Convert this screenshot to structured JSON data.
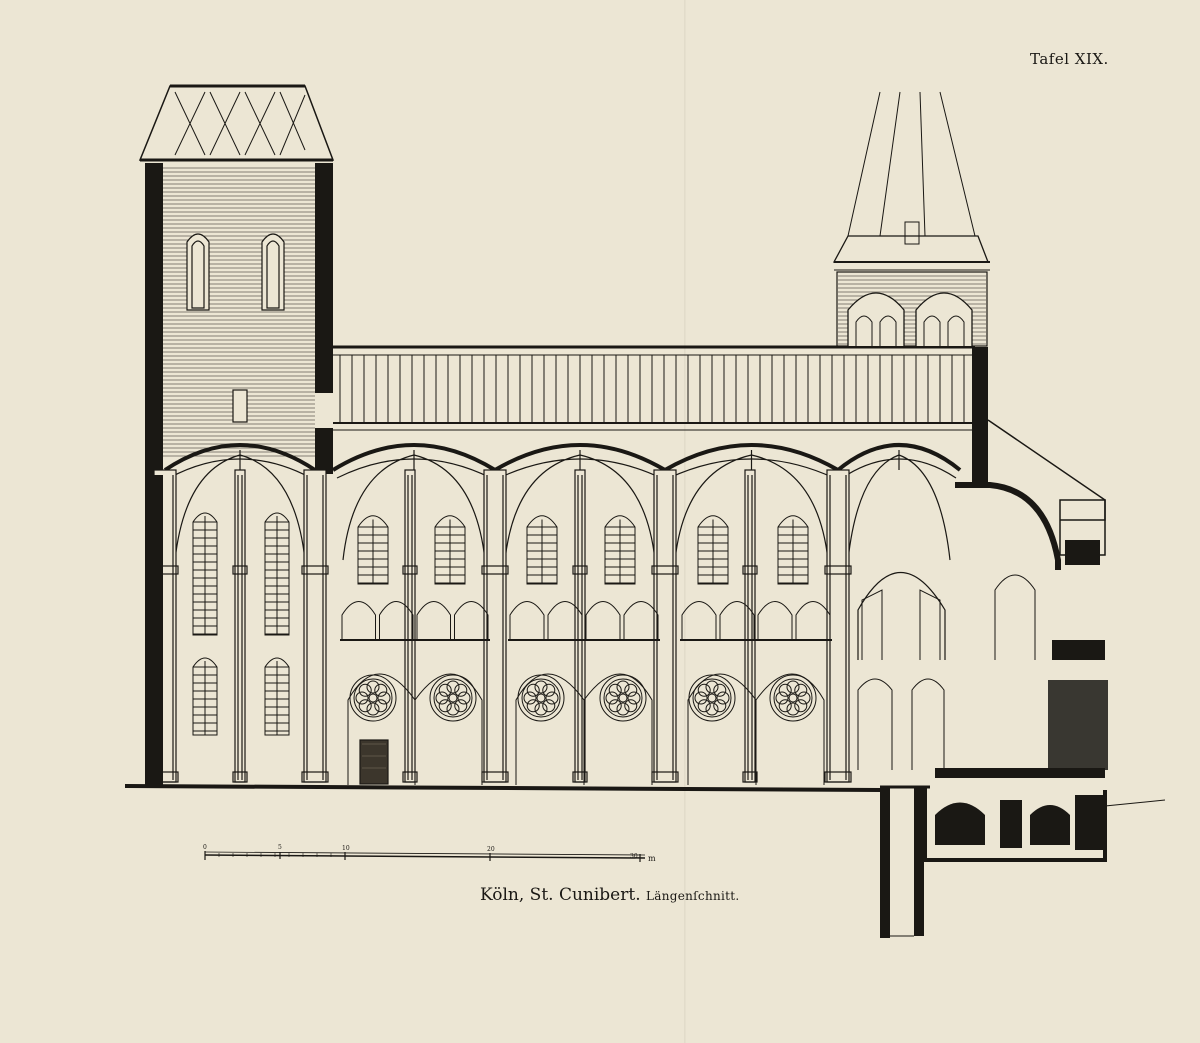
{
  "plate": {
    "number": "Tafel XIX."
  },
  "caption": {
    "title": "Köln, St. Cunibert.",
    "subtitle": "Längenſchnitt."
  },
  "scale_bar": {
    "ticks": [
      "0",
      "5",
      "10",
      "20",
      "30"
    ],
    "unit": "m"
  },
  "drawing": {
    "subject": "St. Cunibert",
    "elements": [
      "west-tower",
      "nave-roof-truss",
      "nave-vaults",
      "crossing-tower",
      "choir",
      "crypt"
    ]
  },
  "colors": {
    "paper": "#ece6d4",
    "ink": "#1a1814"
  }
}
